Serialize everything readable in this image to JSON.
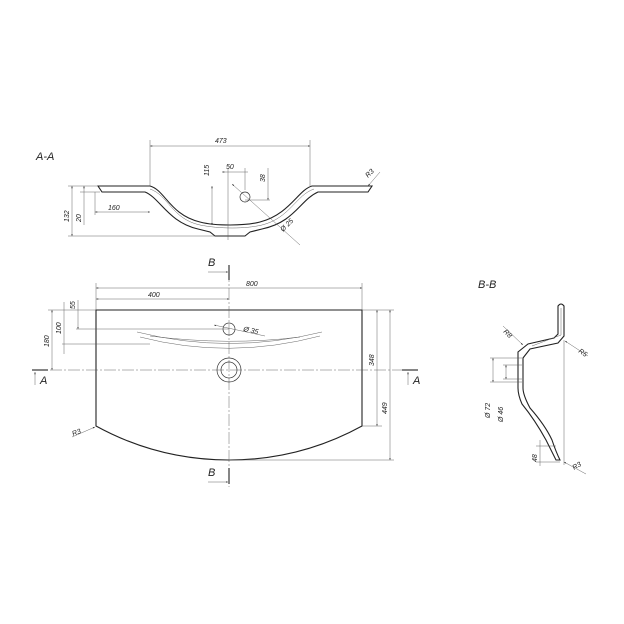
{
  "section_aa": {
    "label": "A-A",
    "dims": {
      "width_basin": "473",
      "depth": "115",
      "offset": "50",
      "drain_depth": "38",
      "shelf": "160",
      "total_height": "132",
      "rim": "20",
      "radius": "R3",
      "drain_dia": "Ø 25"
    }
  },
  "plan": {
    "section_b": "B",
    "section_a": "A",
    "dims": {
      "overall_width": "800",
      "half_width": "400",
      "tap_offset": "55",
      "bowl_offset": "100",
      "drain_offset": "180",
      "side_depth": "348",
      "overall_depth": "449",
      "corner_radius": "R3",
      "tap_hole": "Ø 35"
    }
  },
  "section_bb": {
    "label": "B-B",
    "dims": {
      "r_top": "R8",
      "r_right": "R5",
      "r_bottom": "R3",
      "outer_dia": "Ø 72",
      "inner_dia": "Ø 46",
      "base": "48"
    }
  },
  "colors": {
    "line": "#333333",
    "background": "#ffffff"
  }
}
